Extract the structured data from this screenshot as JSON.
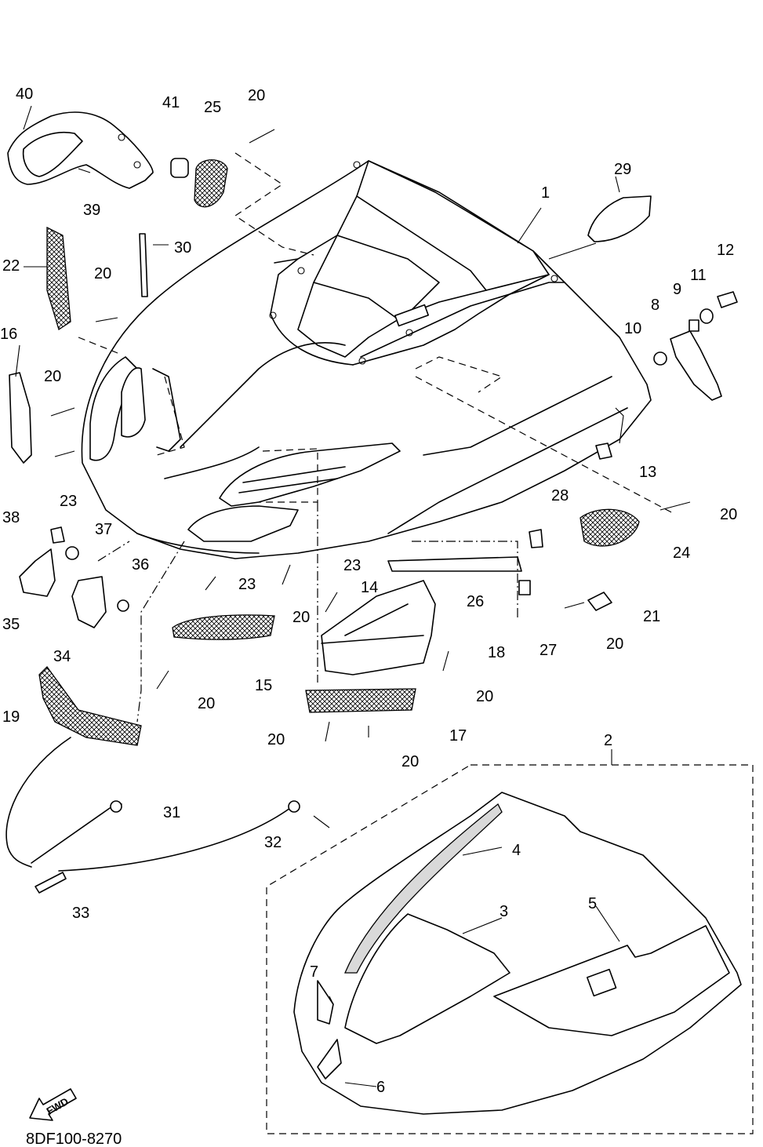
{
  "drawing_code": "8DF100-8270",
  "fwd_label": "FWD",
  "callouts": [
    "1",
    "2",
    "3",
    "4",
    "5",
    "6",
    "7",
    "8",
    "9",
    "10",
    "11",
    "12",
    "13",
    "14",
    "15",
    "16",
    "17",
    "18",
    "19",
    "20",
    "21",
    "22",
    "23",
    "24",
    "25",
    "26",
    "27",
    "28",
    "29",
    "30",
    "31",
    "32",
    "33",
    "34",
    "35",
    "36",
    "37",
    "38",
    "39",
    "40",
    "41"
  ]
}
